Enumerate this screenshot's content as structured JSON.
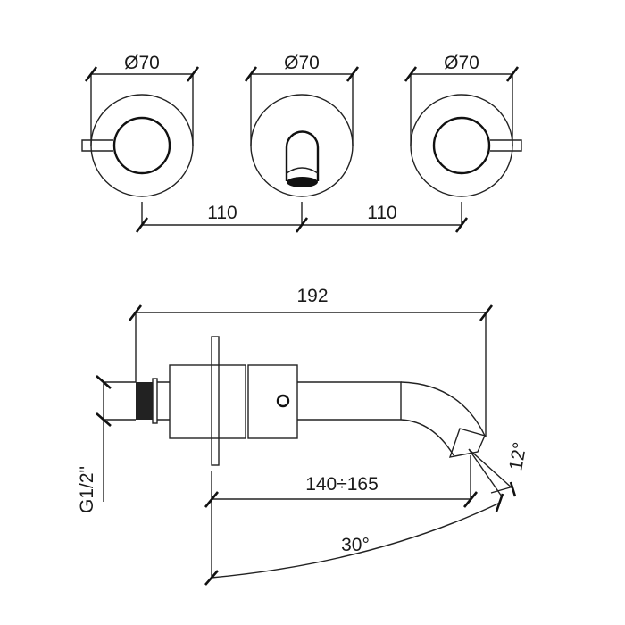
{
  "front_view": {
    "diameter_labels": [
      "Ø70",
      "Ø70",
      "Ø70"
    ],
    "spacing_labels": [
      "110",
      "110"
    ]
  },
  "side_view": {
    "overall_length": "192",
    "projection_range": "140÷165",
    "thread_size": "G1/2\"",
    "swivel_angle": "30°",
    "spout_angle": "12°"
  }
}
